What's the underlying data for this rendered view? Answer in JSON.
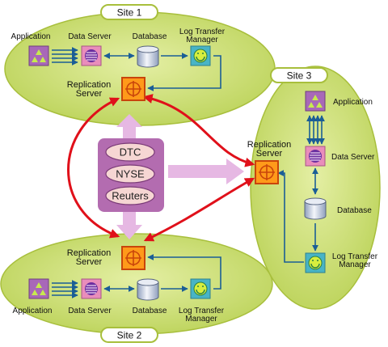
{
  "sites": {
    "site1": {
      "title": "Site 1",
      "application": "Application",
      "data_server": "Data Server",
      "database": "Database",
      "log_transfer_manager": [
        "Log Transfer",
        "Manager"
      ],
      "replication_server": [
        "Replication",
        "Server"
      ]
    },
    "site2": {
      "title": "Site 2",
      "application": "Application",
      "data_server": "Data Server",
      "database": "Database",
      "log_transfer_manager": [
        "Log Transfer",
        "Manager"
      ],
      "replication_server": [
        "Replication",
        "Server"
      ]
    },
    "site3": {
      "title": "Site 3",
      "application": "Application",
      "data_server": "Data Server",
      "database": "Database",
      "log_transfer_manager": [
        "Log Transfer",
        "Manager"
      ],
      "replication_server": [
        "Replication",
        "Server"
      ]
    }
  },
  "sources": [
    "DTC",
    "NYSE",
    "Reuters"
  ],
  "colors": {
    "site_fill": "#cfe07a",
    "site_edge": "#a8bf3c",
    "source_panel": "#b36cb0",
    "source_oval": "#f6d6d3",
    "wide_arrow": "#e6b8e3",
    "red_link": "#e0101a",
    "blue_link": "#1b5e96",
    "replication_server": "#ff9a1a",
    "application": "#a868b8",
    "data_server": "#e98dbb",
    "database": "#b9c4d8",
    "log_transfer_manager": "#48b4c6"
  }
}
